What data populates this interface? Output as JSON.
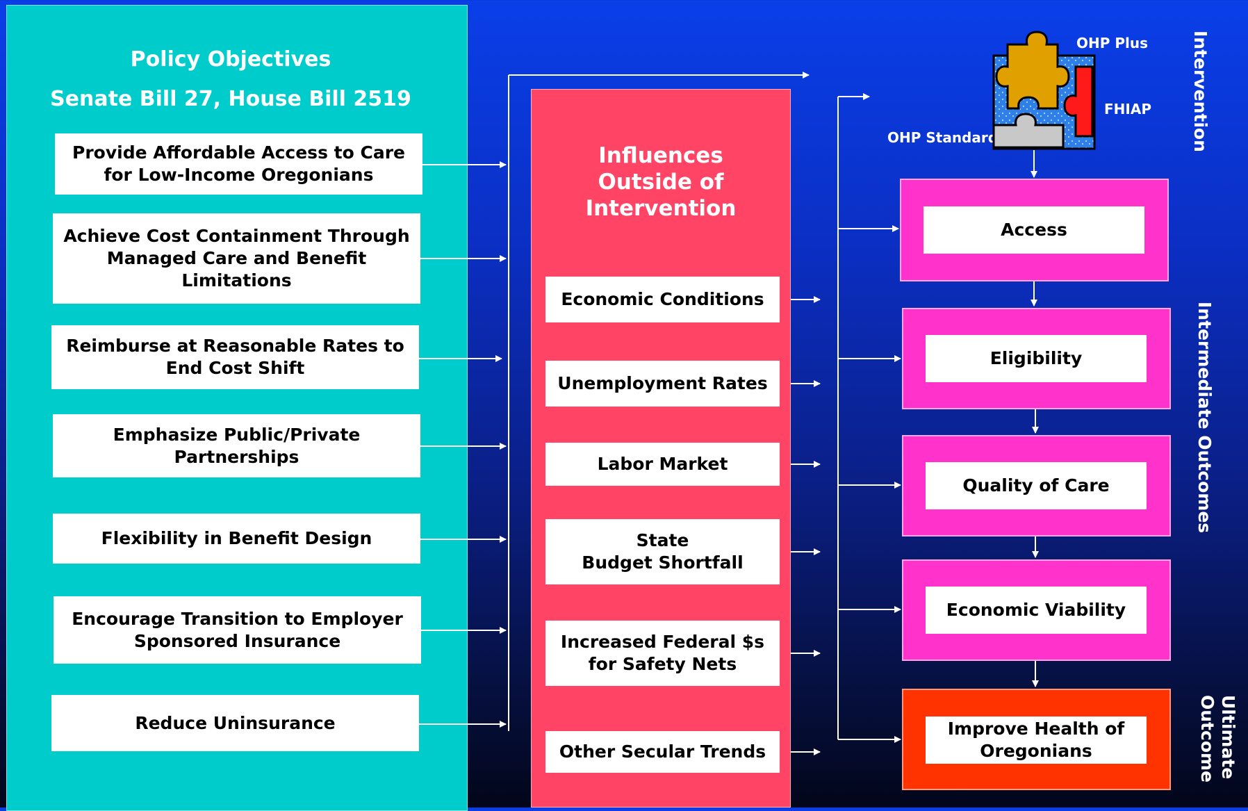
{
  "policy": {
    "title": "Policy Objectives",
    "subtitle": "Senate Bill 27, House Bill 2519",
    "objectives": [
      "Provide Affordable Access to Care\nfor Low-Income Oregonians",
      "Achieve Cost Containment Through\nManaged Care and Benefit\nLimitations",
      "Reimburse at Reasonable Rates to\nEnd Cost Shift",
      "Emphasize Public/Private\nPartnerships",
      "Flexibility in Benefit Design",
      "Encourage Transition to Employer\nSponsored Insurance",
      "Reduce Uninsurance"
    ]
  },
  "influences": {
    "title": "Influences\nOutside of\nIntervention",
    "items": [
      "Economic Conditions",
      "Unemployment Rates",
      "Labor Market",
      "State\nBudget Shortfall",
      "Increased Federal $s\nfor Safety Nets",
      "Other Secular Trends"
    ]
  },
  "intervention": {
    "label": "Intervention",
    "programs": {
      "plus": "OHP Plus",
      "fhiap": "FHIAP",
      "standard": "OHP Standard"
    }
  },
  "outcomes": {
    "intermediate_label": "Intermediate Outcomes",
    "ultimate_label": "Ultimate\nOutcome",
    "items": [
      "Access",
      "Eligibility",
      "Quality of Care",
      "Economic Viability"
    ],
    "ultimate": "Improve Health of\nOregonians"
  },
  "colors": {
    "policy_panel": "#00cccc",
    "influence_panel": "#ff4466",
    "outcome_box": "#ff33cc",
    "ultimate_box": "#ff3300"
  }
}
